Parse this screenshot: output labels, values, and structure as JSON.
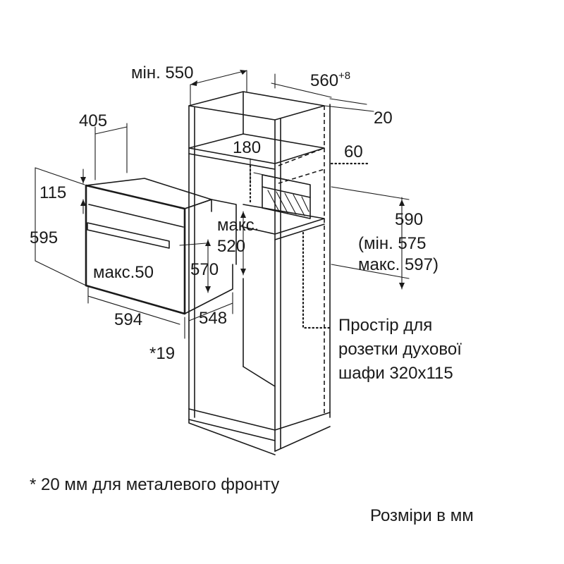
{
  "dimensions": {
    "min_550": "мін. 550",
    "d560": "560",
    "d560_tol": "+8",
    "d20": "20",
    "d405": "405",
    "d180": "180",
    "d60": "60",
    "d115": "115",
    "d595": "595",
    "max_label": "макс.",
    "d520": "520",
    "d590": "590",
    "min_575": "(мін. 575",
    "max_597": "макс. 597)",
    "max50": "макс.50",
    "d570": "570",
    "d594": "594",
    "d548": "548",
    "star19": "*19"
  },
  "socket_note": {
    "line1": "Простір для",
    "line2": "розетки духової",
    "line3": "шафи 320x115"
  },
  "footnote": "* 20 мм для металевого фронту",
  "units_note": "Розміри в мм"
}
